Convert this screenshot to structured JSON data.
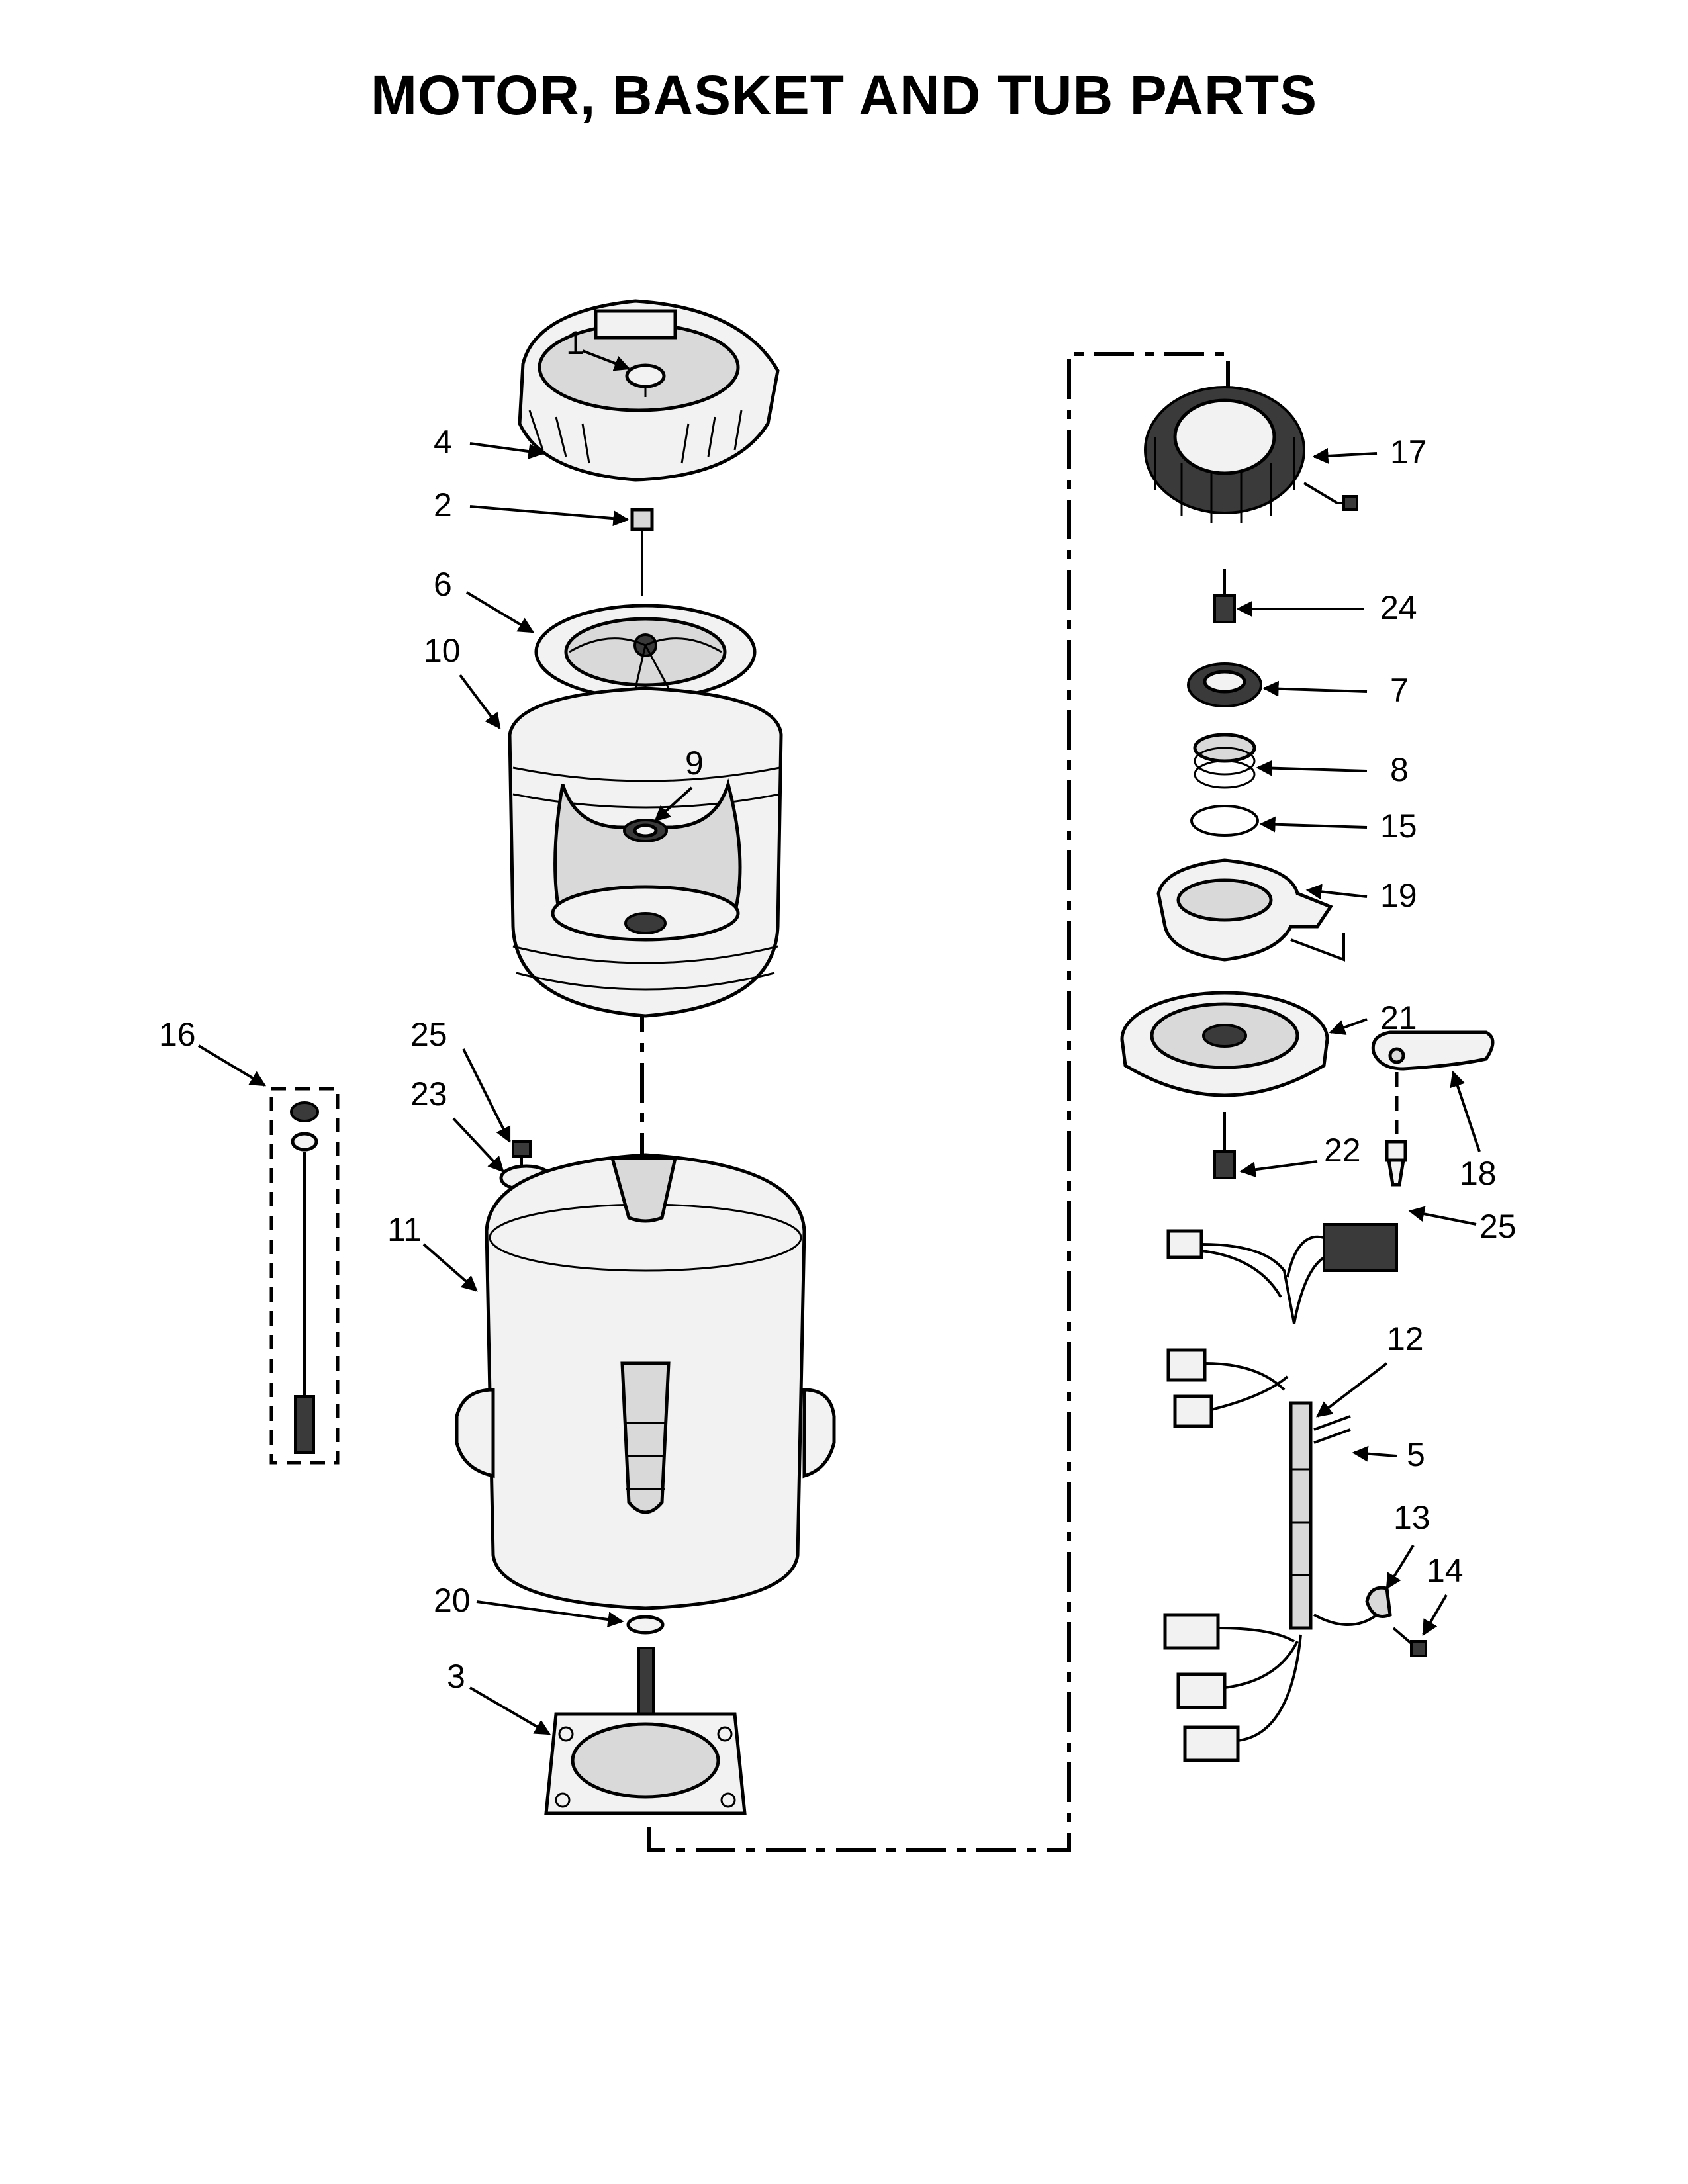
{
  "title": "MOTOR, BASKET AND TUB PARTS",
  "callouts": {
    "c1": "1",
    "c2": "2",
    "c3": "3",
    "c4": "4",
    "c5": "5",
    "c6": "6",
    "c7": "7",
    "c8": "8",
    "c9": "9",
    "c10": "10",
    "c11": "11",
    "c12": "12",
    "c13": "13",
    "c14": "14",
    "c15": "15",
    "c16": "16",
    "c17": "17",
    "c18": "18",
    "c19": "19",
    "c20": "20",
    "c21": "21",
    "c22": "22",
    "c23": "23",
    "c24": "24",
    "c25a": "25",
    "c25b": "25"
  }
}
